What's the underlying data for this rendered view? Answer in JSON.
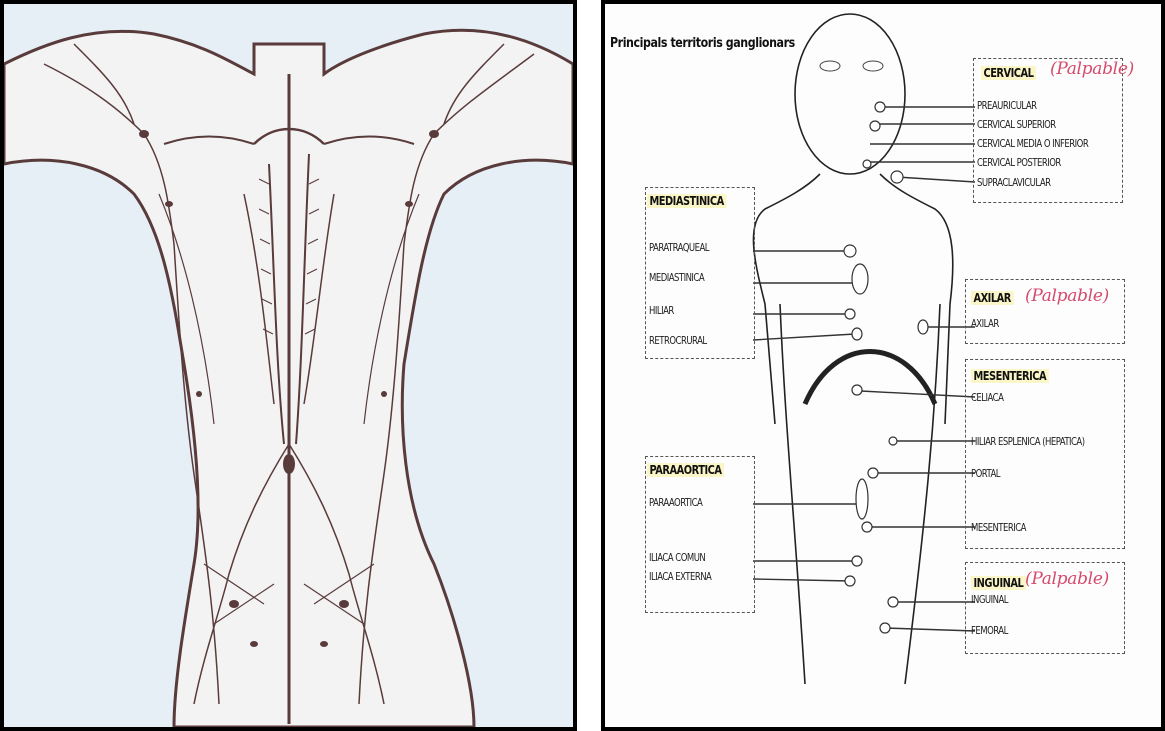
{
  "right": {
    "title": "Principals territoris ganglionars",
    "groups": {
      "cervical": {
        "header": "CERVICAL",
        "palpable": "(Palpable)",
        "items": [
          "PREAURICULAR",
          "CERVICAL SUPERIOR",
          "CERVICAL MEDIA O INFERIOR",
          "CERVICAL POSTERIOR",
          "SUPRACLAVICULAR"
        ]
      },
      "mediastinica": {
        "header": "MEDIASTINICA",
        "items": [
          "PARATRAQUEAL",
          "MEDIASTINICA",
          "HILIAR",
          "RETROCRURAL"
        ]
      },
      "axilar": {
        "header": "AXILAR",
        "palpable": "(Palpable)",
        "items": [
          "AXILAR"
        ]
      },
      "mesenterica": {
        "header": "MESENTERICA",
        "items": [
          "CELIACA",
          "HILIAR ESPLENICA (HEPATICA)",
          "PORTAL",
          "MESENTERICA"
        ]
      },
      "paraaortica": {
        "header": "PARAAORTICA",
        "items": [
          "PARAAORTICA",
          "ILIACA COMUN",
          "ILIACA EXTERNA"
        ]
      },
      "inguinal": {
        "header": "INGUINAL",
        "palpable": "(Palpable)",
        "items": [
          "INGUINAL",
          "FEMORAL"
        ]
      }
    }
  }
}
